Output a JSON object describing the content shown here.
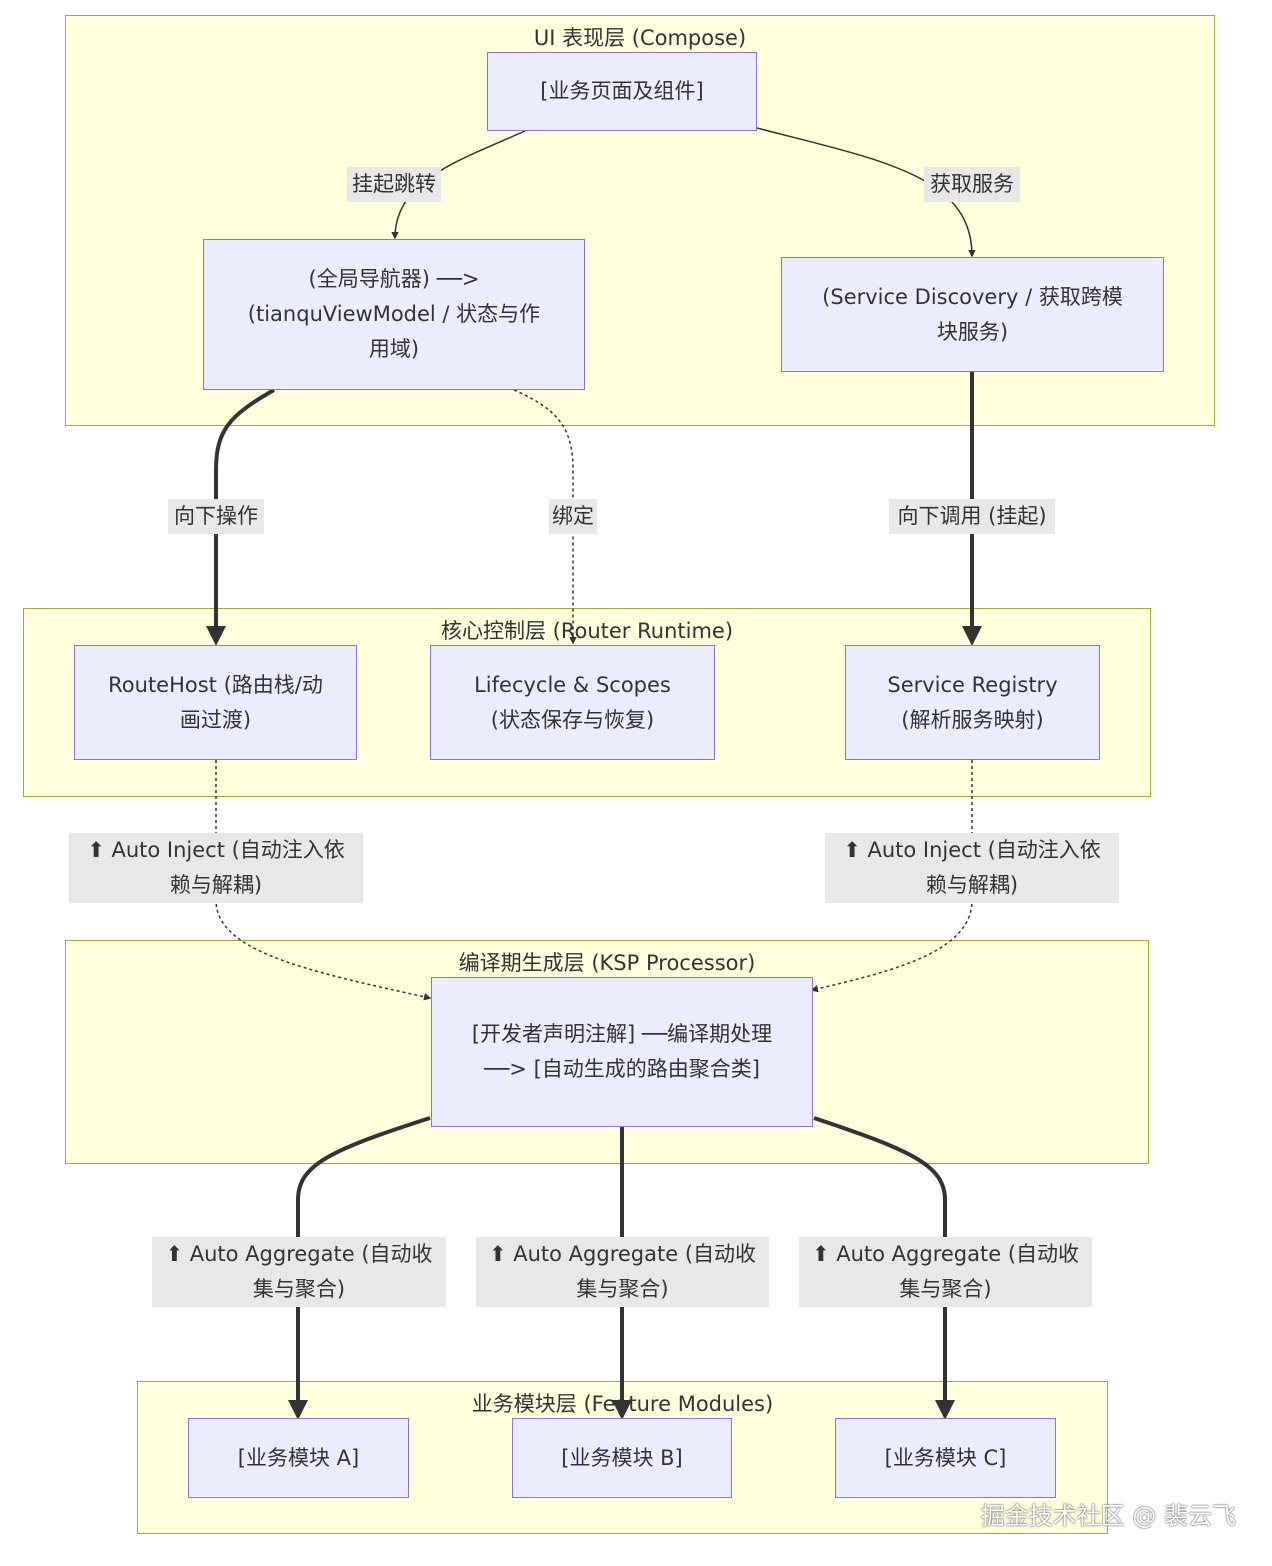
{
  "clusters": {
    "ui": "UI 表现层 (Compose)",
    "core": "核心控制层 (Router Runtime)",
    "ksp": "编译期生成层 (KSP Processor)",
    "feature": "业务模块层 (Feature Modules)"
  },
  "nodes": {
    "pages": "[业务页面及组件]",
    "navigator": "(全局导航器) ──> (tianquViewModel / 状态与作用域)",
    "service_discovery": "(Service Discovery / 获取跨模块服务)",
    "route_host": "RouteHost (路由栈/动画过渡)",
    "lifecycle": "Lifecycle & Scopes (状态保存与恢复)",
    "service_registry": "Service Registry (解析服务映射)",
    "ksp_processor": "[开发者声明注解] ──编译期处理──> [自动生成的路由聚合类]",
    "module_a": "[业务模块 A]",
    "module_b": "[业务模块 B]",
    "module_c": "[业务模块 C]"
  },
  "edges": {
    "suspend_jump": "挂起跳转",
    "get_service": "获取服务",
    "down_op": "向下操作",
    "bind": "绑定",
    "down_call": "向下调用 (挂起)",
    "inject_left": "⬆ Auto Inject (自动注入依赖与解耦)",
    "inject_right": "⬆ Auto Inject (自动注入依赖与解耦)",
    "agg_a": "⬆ Auto Aggregate (自动收集与聚合)",
    "agg_b": "⬆ Auto Aggregate (自动收集与聚合)",
    "agg_c": "⬆ Auto Aggregate (自动收集与聚合)"
  },
  "watermark": "掘金技术社区 @ 裴云飞"
}
